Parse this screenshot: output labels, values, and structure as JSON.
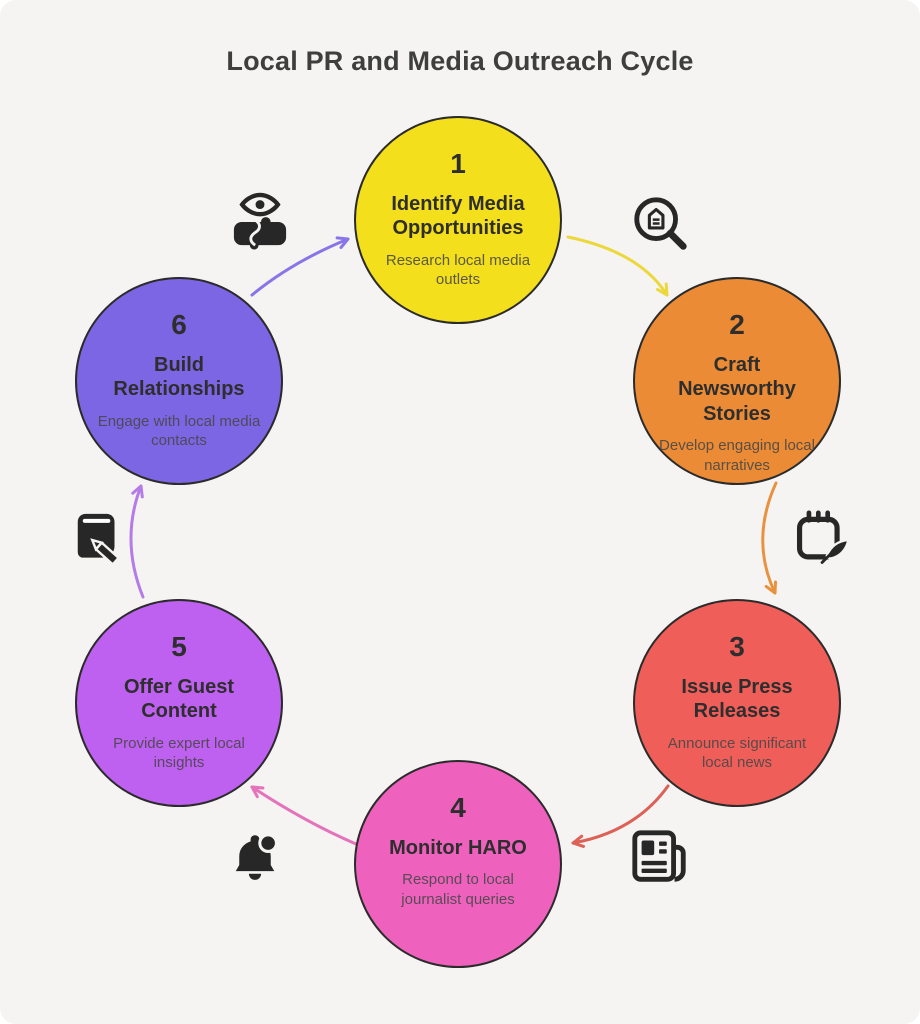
{
  "title": "Local PR and Media Outreach Cycle",
  "colors": {
    "background": "#f5f4f2",
    "title_text": "#3e3e3e",
    "circle_border": "#2b2b2b",
    "step_text": "#2e2e2e",
    "step_description_text": "#474747",
    "icon_ink": "#272727"
  },
  "steps": [
    {
      "number": "1",
      "title": "Identify Media Opportunities",
      "description": "Research local media outlets",
      "circle_color": "#f4df1c"
    },
    {
      "number": "2",
      "title": "Craft Newsworthy Stories",
      "description": "Develop engaging local narratives",
      "circle_color": "#ec8b35"
    },
    {
      "number": "3",
      "title": "Issue Press Releases",
      "description": "Announce significant local news",
      "circle_color": "#f05e59"
    },
    {
      "number": "4",
      "title": "Monitor HARO",
      "description": "Respond to local journalist queries",
      "circle_color": "#ee62be"
    },
    {
      "number": "5",
      "title": "Offer Guest Content",
      "description": "Provide expert local insights",
      "circle_color": "#be60f0"
    },
    {
      "number": "6",
      "title": "Build Relationships",
      "description": "Engage with local media contacts",
      "circle_color": "#7d66e3"
    }
  ],
  "arrows": [
    {
      "from": "1",
      "to": "2",
      "color": "#ecd83d"
    },
    {
      "from": "2",
      "to": "3",
      "color": "#e8923f"
    },
    {
      "from": "3",
      "to": "4",
      "color": "#dd6156"
    },
    {
      "from": "4",
      "to": "5",
      "color": "#e473bc"
    },
    {
      "from": "5",
      "to": "6",
      "color": "#b57be6"
    },
    {
      "from": "6",
      "to": "1",
      "color": "#8a75e8"
    }
  ],
  "icons": [
    {
      "position": "between-6-and-1",
      "name": "eye-handshake-icon"
    },
    {
      "position": "between-1-and-2",
      "name": "search-magnifier-icon"
    },
    {
      "position": "between-2-and-3",
      "name": "notepad-quill-icon"
    },
    {
      "position": "between-3-and-4",
      "name": "newspaper-icon"
    },
    {
      "position": "between-4-and-5",
      "name": "notification-bell-icon"
    },
    {
      "position": "between-5-and-6",
      "name": "book-pencil-icon"
    }
  ]
}
